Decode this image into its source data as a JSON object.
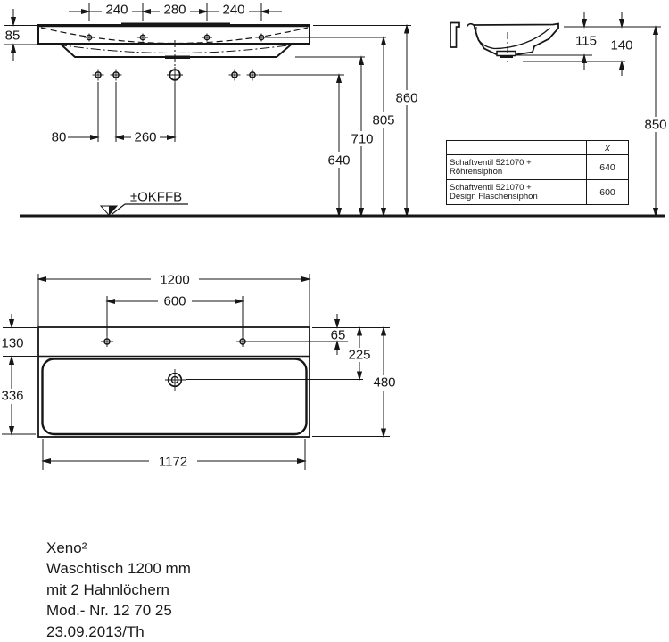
{
  "front_view": {
    "dim_240_left": "240",
    "dim_280": "280",
    "dim_240_right": "240",
    "dim_85": "85",
    "dim_80": "80",
    "dim_260": "260",
    "dim_640": "640",
    "dim_710": "710",
    "dim_805": "805",
    "dim_860": "860",
    "floor_reference_label": "±OKFFB"
  },
  "side_view": {
    "dim_115": "115",
    "dim_140": "140",
    "dim_850": "850"
  },
  "siphon_table": {
    "col_x_header": "x",
    "rows": [
      {
        "name_line1": "Schaftventil 521070 +",
        "name_line2": "Röhrensiphon",
        "x_value": "640"
      },
      {
        "name_line1": "Schaftventil 521070 +",
        "name_line2": "Design Flaschensiphon",
        "x_value": "600"
      }
    ]
  },
  "plan_view": {
    "dim_1200": "1200",
    "dim_600": "600",
    "dim_65": "65",
    "dim_225": "225",
    "dim_480": "480",
    "dim_130": "130",
    "dim_336": "336",
    "dim_1172": "1172"
  },
  "title_block": {
    "product_line": "Xeno²",
    "description": "Waschtisch 1200 mm",
    "tap_holes": "mit 2 Hahnlöchern",
    "model_number": "Mod.- Nr. 12 70 25",
    "date_author": "23.09.2013/Th"
  }
}
